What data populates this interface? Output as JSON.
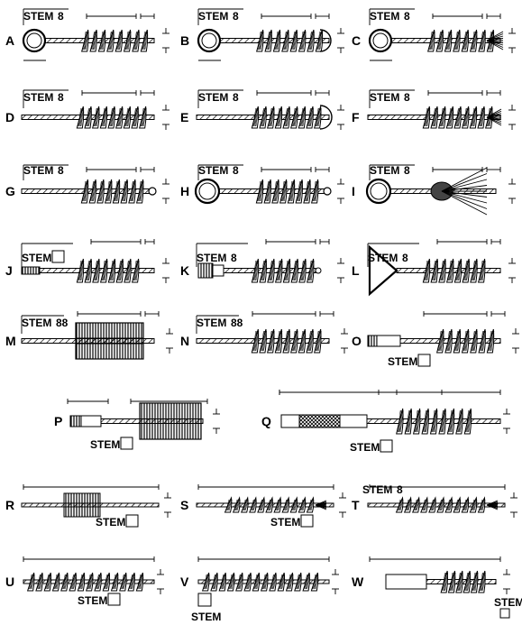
{
  "panels": [
    {
      "letter": "A",
      "stem": "STEM",
      "code": "8"
    },
    {
      "letter": "B",
      "stem": "STEM",
      "code": "8"
    },
    {
      "letter": "C",
      "stem": "STEM",
      "code": "8"
    },
    {
      "letter": "D",
      "stem": "STEM",
      "code": "8"
    },
    {
      "letter": "E",
      "stem": "STEM",
      "code": "8"
    },
    {
      "letter": "F",
      "stem": "STEM",
      "code": "8"
    },
    {
      "letter": "G",
      "stem": "STEM",
      "code": "8"
    },
    {
      "letter": "H",
      "stem": "STEM",
      "code": "8"
    },
    {
      "letter": "I",
      "stem": "STEM",
      "code": "8"
    },
    {
      "letter": "J",
      "stem": "STEM",
      "code": ""
    },
    {
      "letter": "K",
      "stem": "STEM",
      "code": "8"
    },
    {
      "letter": "L",
      "stem": "STEM",
      "code": "8"
    },
    {
      "letter": "M",
      "stem": "STEM",
      "code": "88"
    },
    {
      "letter": "N",
      "stem": "STEM",
      "code": "88"
    },
    {
      "letter": "O",
      "stem": "STEM",
      "code": ""
    },
    {
      "letter": "P",
      "stem": "STEM",
      "code": ""
    },
    {
      "letter": "Q",
      "stem": "STEM",
      "code": ""
    },
    {
      "letter": "R",
      "stem": "STEM",
      "code": ""
    },
    {
      "letter": "S",
      "stem": "STEM",
      "code": ""
    },
    {
      "letter": "T",
      "stem": "STEM",
      "code": "8"
    },
    {
      "letter": "U",
      "stem": "STEM",
      "code": ""
    },
    {
      "letter": "V",
      "stem": "STEM",
      "code": ""
    },
    {
      "letter": "W",
      "stem": "STEM",
      "code": ""
    }
  ]
}
